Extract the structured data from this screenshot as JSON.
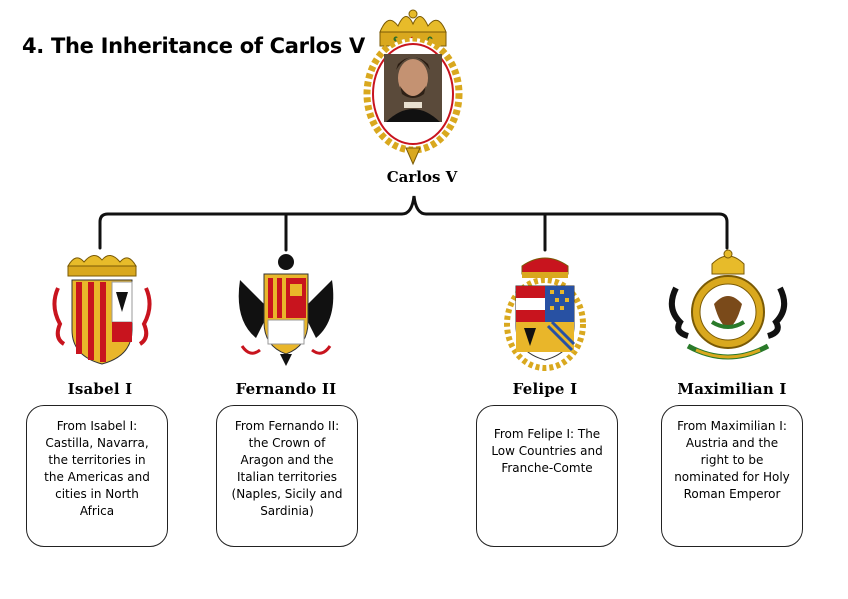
{
  "title": "4. The Inheritance of Carlos V",
  "root": {
    "name": "Carlos V"
  },
  "ancestors": [
    {
      "name": "Isabel I",
      "text": "From Isabel I: Castilla, Navarra, the territories in the Americas and cities in North Africa"
    },
    {
      "name": "Fernando II",
      "text": "From Fernando II: the Crown of Aragon and the Italian territories (Naples, Sicily and Sardinia)"
    },
    {
      "name": "Felipe I",
      "text": "From Felipe I: The Low Countries and Franche-Comte"
    },
    {
      "name": "Maximilian I",
      "text": "From Maximilian I: Austria and the right to be nominated for Holy Roman Emperor"
    }
  ],
  "colors": {
    "gold": "#d9a81e",
    "red": "#c8141e",
    "line": "#111111"
  }
}
